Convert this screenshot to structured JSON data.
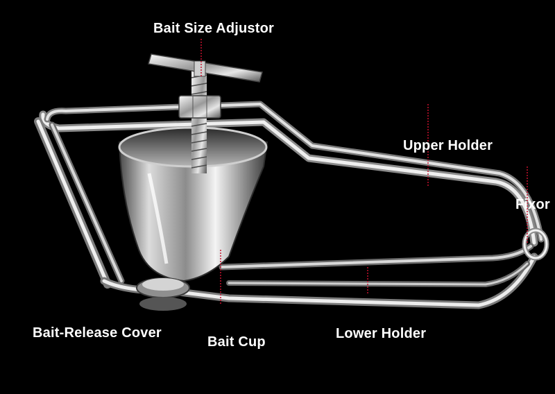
{
  "labels": {
    "bait_size_adjustor": "Bait Size Adjustor",
    "upper_holder": "Upper Holder",
    "fixor": "Fixor",
    "bait_release_cover": "Bait-Release Cover",
    "bait_cup": "Bait Cup",
    "lower_holder": "Lower Holder"
  },
  "colors": {
    "background": "#000000",
    "label_text": "#ffffff",
    "leader_line": "#c8102e",
    "steel_light": "#f2f2f2",
    "steel_dark": "#6e6e6e"
  }
}
